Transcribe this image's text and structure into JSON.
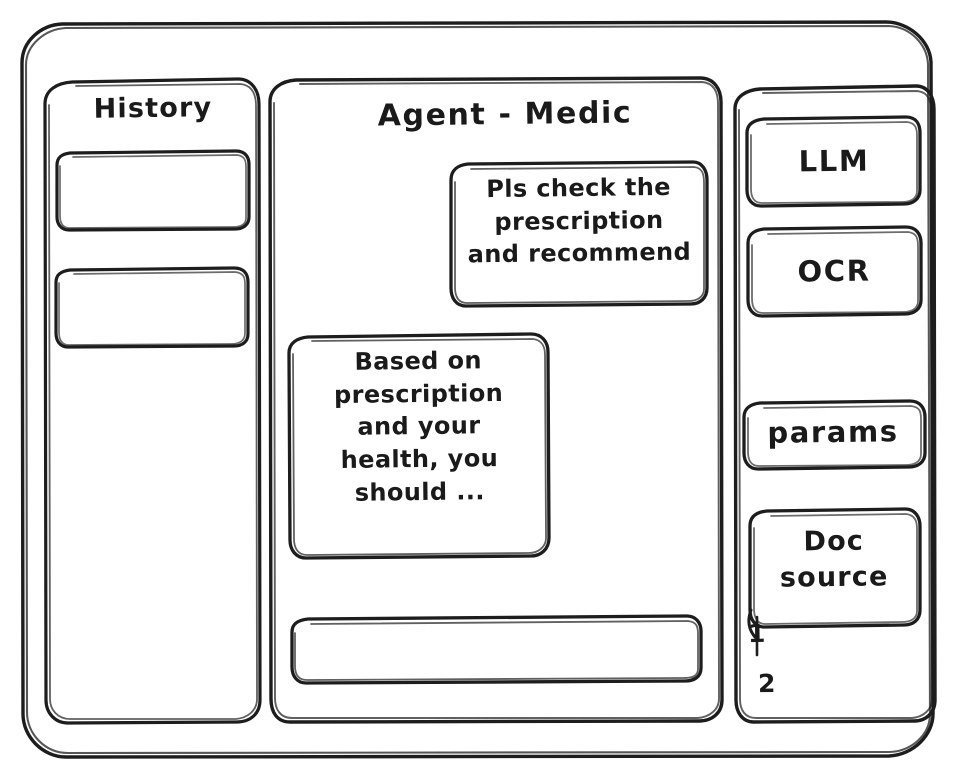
{
  "window": {
    "name": "agent-app-wireframe",
    "stroke_color": "#1d1d1d",
    "background_color": "#ffffff"
  },
  "sidebar_left": {
    "title": "History",
    "items": [
      {
        "label": "",
        "name": "history-item-1"
      },
      {
        "label": "",
        "name": "history-item-2"
      }
    ]
  },
  "main": {
    "title": "Agent - Medic",
    "messages": [
      {
        "role": "user",
        "text": "Pls check the\nprescription\nand recommend"
      },
      {
        "role": "agent",
        "text": "Based on\nprescription\nand your\nhealth, you\nshould ..."
      }
    ],
    "composer": {
      "value": "",
      "placeholder": ""
    }
  },
  "sidebar_right": {
    "buttons": [
      {
        "label": "LLM",
        "name": "llm-button"
      },
      {
        "label": "OCR",
        "name": "ocr-button"
      },
      {
        "label": "params",
        "name": "params-button"
      },
      {
        "label": "Doc\nsource",
        "name": "doc-source-button"
      }
    ],
    "doc_list": [
      {
        "label": "1"
      },
      {
        "label": "2"
      }
    ]
  }
}
